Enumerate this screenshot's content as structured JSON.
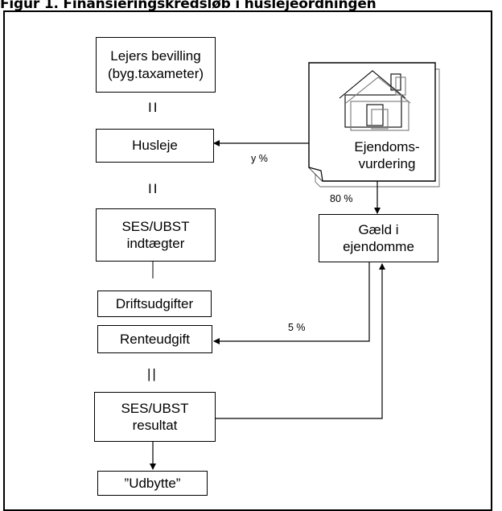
{
  "figure": {
    "title": "Figur 1. Finansieringskredsløb i husleje­ordningen"
  },
  "nodes": {
    "lejers_bevilling": "Lejers bevilling\n(byg.taxameter)",
    "husleje": "Husleje",
    "ses_ubst_indtaegter": "SES/UBST\nindtægter",
    "driftsudgifter": "Driftsudgifter",
    "renteudgift": "Renteudgift",
    "ses_ubst_resultat": "SES/UBST\nresultat",
    "udbytte": "”Udbytte”",
    "gaeld_i_ejendomme": "Gæld i\nejendomme",
    "ejendomsvurdering": "Ejendoms-\nvurdering"
  },
  "connectors": {
    "eq1": "II",
    "eq2": "II",
    "dash": "|",
    "eq3": "||"
  },
  "edge_labels": {
    "y_pct": "y %",
    "pct_80": "80 %",
    "pct_5": "5 %"
  }
}
